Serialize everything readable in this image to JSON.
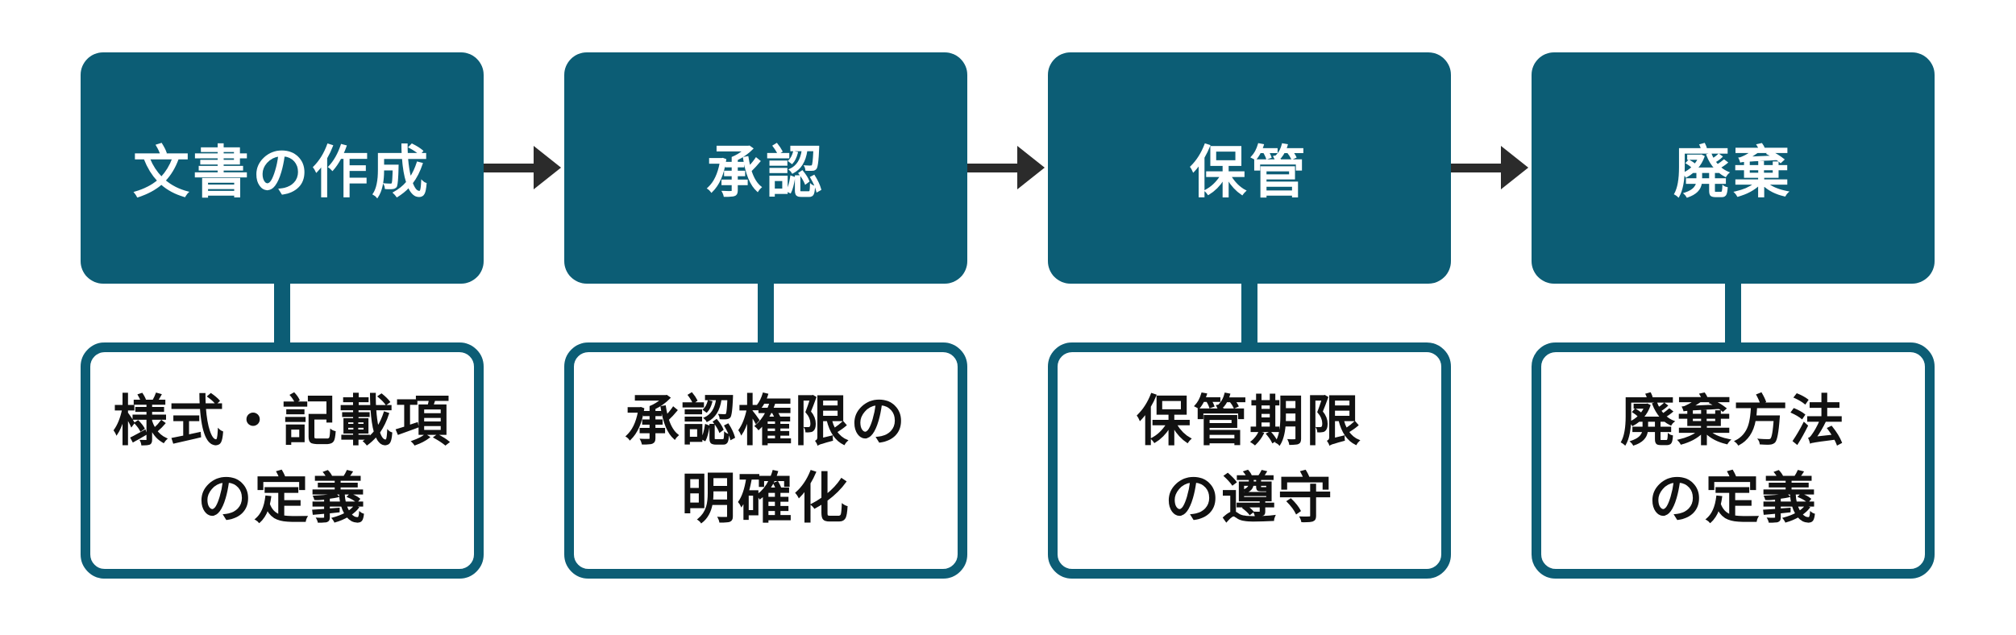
{
  "steps": [
    {
      "title": "文書の作成",
      "detail": "様式・記載項\nの定義"
    },
    {
      "title": "承認",
      "detail": "承認権限の\n明確化"
    },
    {
      "title": "保管",
      "detail": "保管期限\nの遵守"
    },
    {
      "title": "廃棄",
      "detail": "廃棄方法\nの定義"
    }
  ],
  "colors": {
    "box_fill": "#0C5D75",
    "box_text": "#FFFFFF",
    "detail_border": "#0C5D75",
    "detail_text": "#111111",
    "arrow": "#2B2B2B",
    "background": "#FFFFFF"
  }
}
